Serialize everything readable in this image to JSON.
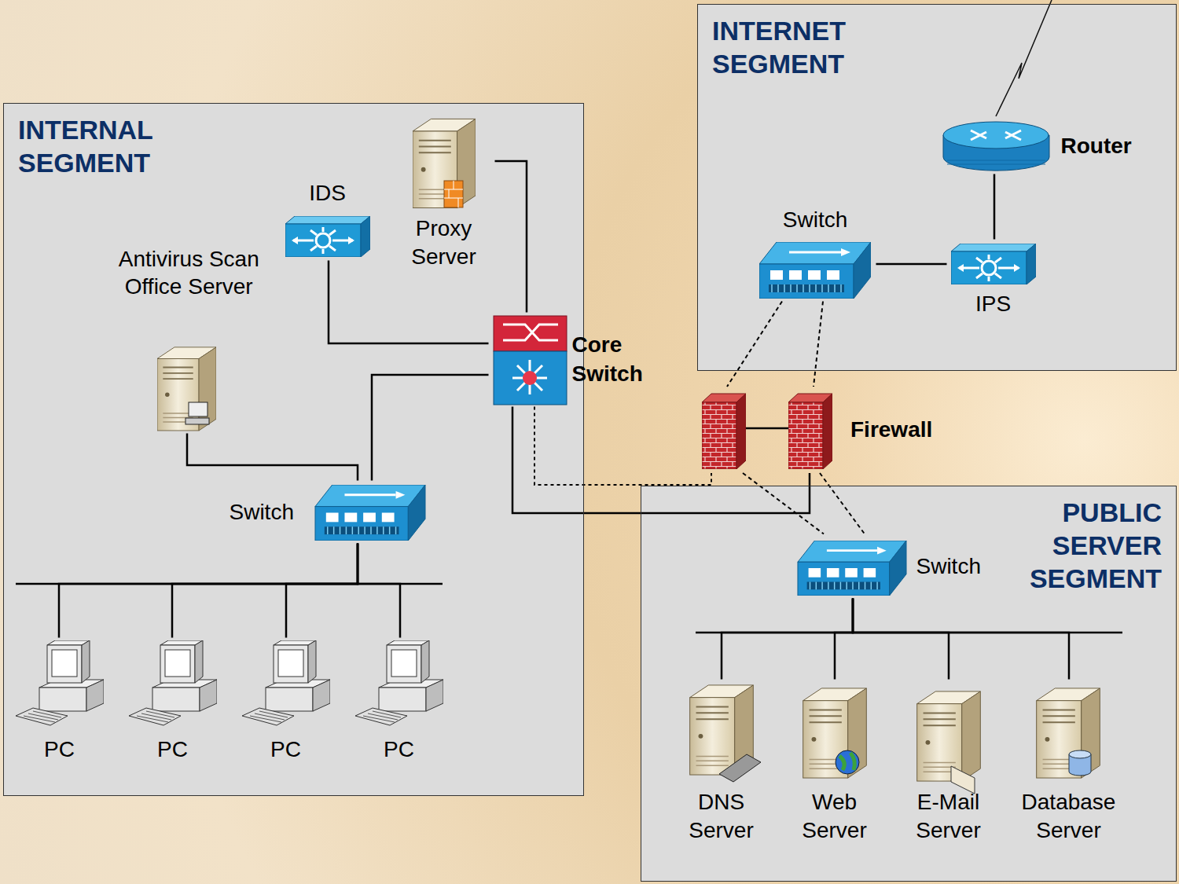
{
  "diagram": {
    "nodes": [
      {
        "text": [
          "INTERNET SEGMENT"
        ]
      },
      {
        "text": [
          "Router"
        ],
        "in": 0
      },
      {
        "text": [
          "Switch"
        ],
        "in": 0
      },
      {
        "text": [
          "IPS"
        ],
        "in": 0
      },
      {
        "text": [
          "INTERNAL SEGMENT"
        ]
      },
      {
        "text": [
          "IDS"
        ],
        "in": 4
      },
      {
        "text": [
          "Proxy Server"
        ],
        "in": 4
      },
      {
        "text": [
          "Antivirus Scan Office Server"
        ],
        "in": 4
      },
      {
        "text": [
          "Core Switch"
        ],
        "in": 4
      },
      {
        "text": [
          "Switch"
        ],
        "in": 4
      },
      {
        "text": [
          "PC"
        ],
        "in": 4
      },
      {
        "text": [
          "PC"
        ],
        "in": 4
      },
      {
        "text": [
          "PC"
        ],
        "in": 4
      },
      {
        "text": [
          "PC"
        ],
        "in": 4
      },
      {
        "text": [
          "Firewall"
        ]
      },
      {
        "text": [
          "PUBLIC SERVER SEGMENT"
        ]
      },
      {
        "text": [
          "Switch"
        ],
        "in": 15
      },
      {
        "text": [
          "DNS Server"
        ],
        "in": 15
      },
      {
        "text": [
          "Web Server"
        ],
        "in": 15
      },
      {
        "text": [
          "E-Mail Server"
        ],
        "in": 15
      },
      {
        "text": [
          "Database Server"
        ],
        "in": 15
      }
    ],
    "edges": [
      {
        "from": 1,
        "to": 3,
        "arrow": "none"
      },
      {
        "from": 3,
        "to": 2,
        "arrow": "none"
      },
      {
        "from": 2,
        "to": 14,
        "arrow": "none"
      },
      {
        "from": 2,
        "to": 14,
        "arrow": "none"
      },
      {
        "from": 8,
        "to": 6,
        "arrow": "none"
      },
      {
        "from": 8,
        "to": 5,
        "arrow": "none"
      },
      {
        "from": 8,
        "to": 9,
        "arrow": "none"
      },
      {
        "from": 9,
        "to": 7,
        "arrow": "none"
      },
      {
        "from": 9,
        "to": 10,
        "arrow": "none"
      },
      {
        "from": 9,
        "to": 11,
        "arrow": "none"
      },
      {
        "from": 9,
        "to": 12,
        "arrow": "none"
      },
      {
        "from": 9,
        "to": 13,
        "arrow": "none"
      },
      {
        "from": 8,
        "to": 14,
        "arrow": "none"
      },
      {
        "from": 8,
        "to": 14,
        "arrow": "none"
      },
      {
        "from": 14,
        "to": 16,
        "arrow": "none"
      },
      {
        "from": 14,
        "to": 16,
        "arrow": "none"
      },
      {
        "from": 16,
        "to": 17,
        "arrow": "none"
      },
      {
        "from": 16,
        "to": 18,
        "arrow": "none"
      },
      {
        "from": 16,
        "to": 19,
        "arrow": "none"
      },
      {
        "from": 16,
        "to": 20,
        "arrow": "none"
      }
    ]
  }
}
